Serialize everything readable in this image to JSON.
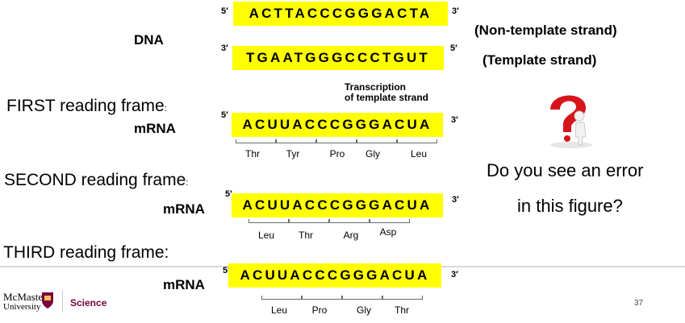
{
  "dna_label": "DNA",
  "prime5": "5′",
  "prime3": "3′",
  "dna_top": "ACTTACCCGGGACTA",
  "dna_bottom": "TGAATGGGCCCTGUT",
  "non_template_label": "(Non-template strand)",
  "template_label": "(Template strand)",
  "transcription_note": [
    "Transcription",
    "of template strand"
  ],
  "frames": [
    {
      "title": "FIRST reading frame",
      "suffix": ":",
      "mrna_label": "mRNA",
      "sequence": "ACUUACCCGGGACUA",
      "codons": [
        "Thr",
        "Tyr",
        "Pro",
        "Gly",
        "Leu"
      ]
    },
    {
      "title": "SECOND reading frame",
      "suffix": ":",
      "mrna_label": "mRNA",
      "sequence": "ACUUACCCGGGACUA",
      "codons": [
        "Leu",
        "Thr",
        "Arg",
        "Asp"
      ]
    },
    {
      "title": "THIRD reading frame:",
      "mrna_label": "mRNA",
      "sequence": "ACUUACCCGGGACUA",
      "codons": [
        "Leu",
        "Pro",
        "Gly",
        "Thr"
      ]
    }
  ],
  "question": [
    "Do you see an error",
    "in this figure?"
  ],
  "footer": {
    "logo_line1": "McMaster",
    "logo_line2": "University",
    "faculty": "Science",
    "page_number": "37"
  },
  "icon": "question-mark-figure-icon",
  "colors": {
    "highlight": "#ffff00",
    "question_mark": "#d7141a",
    "faculty": "#7a003c"
  }
}
